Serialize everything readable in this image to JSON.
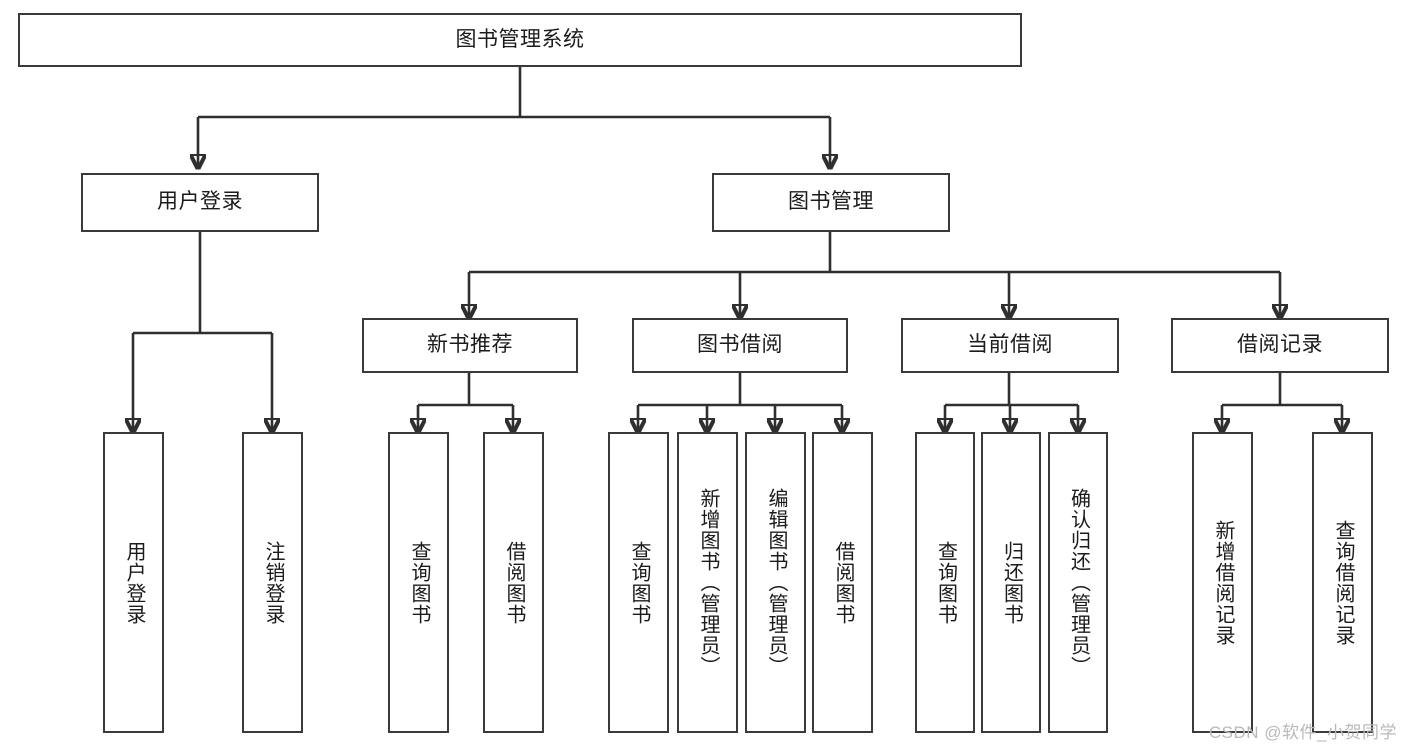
{
  "diagram": {
    "type": "tree-hierarchy",
    "title": "图书管理系统",
    "watermark": "CSDN @软件_小贺同学",
    "colors": {
      "stroke": "#3a3a3a",
      "fill": "#ffffff",
      "text": "#1b1b1b",
      "watermark": "#b9b9b9"
    },
    "nodes": {
      "root": {
        "label": "图书管理系统"
      },
      "level1": [
        {
          "id": "user-login",
          "label": "用户登录"
        },
        {
          "id": "book-manage",
          "label": "图书管理"
        }
      ],
      "level2": [
        {
          "id": "new-book-rec",
          "label": "新书推荐"
        },
        {
          "id": "book-borrow",
          "label": "图书借阅"
        },
        {
          "id": "current-borrow",
          "label": "当前借阅"
        },
        {
          "id": "borrow-record",
          "label": "借阅记录"
        }
      ],
      "leaves": {
        "user_login": [
          {
            "id": "leaf-user-login",
            "label": "用户登录"
          },
          {
            "id": "leaf-logout",
            "label": "注销登录"
          }
        ],
        "new_book_rec": [
          {
            "id": "leaf-query-book-1",
            "label": "查询图书"
          },
          {
            "id": "leaf-borrow-book-1",
            "label": "借阅图书"
          }
        ],
        "book_borrow": [
          {
            "id": "leaf-query-book-2",
            "label": "查询图书"
          },
          {
            "id": "leaf-add-book",
            "label": "新增图书（管理员）"
          },
          {
            "id": "leaf-edit-book",
            "label": "编辑图书（管理员）"
          },
          {
            "id": "leaf-borrow-book-2",
            "label": "借阅图书"
          }
        ],
        "current_borrow": [
          {
            "id": "leaf-query-book-3",
            "label": "查询图书"
          },
          {
            "id": "leaf-return-book",
            "label": "归还图书"
          },
          {
            "id": "leaf-confirm-return",
            "label": "确认归还（管理员）"
          }
        ],
        "borrow_record": [
          {
            "id": "leaf-add-record",
            "label": "新增借阅记录"
          },
          {
            "id": "leaf-query-record",
            "label": "查询借阅记录"
          }
        ]
      }
    }
  }
}
